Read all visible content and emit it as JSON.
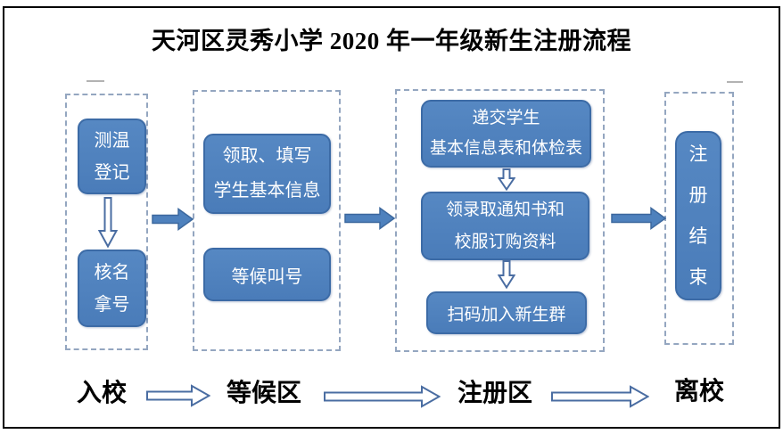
{
  "title": "天河区灵秀小学 2020 年一年级新生注册流程",
  "zones": {
    "entry": {
      "steps": {
        "temp_check": "测温\n登记",
        "name_number": "核名\n拿号"
      }
    },
    "waiting": {
      "steps": {
        "fill_form": "领取、填写\n学生基本信息",
        "wait_call": "等候叫号"
      }
    },
    "registration": {
      "steps": {
        "submit_forms": "递交学生\n基本信息表和体检表",
        "get_notice": "领录取通知书和\n校服订购资料",
        "scan_qr": "扫码加入新生群"
      }
    },
    "exit": {
      "steps": {
        "finish": "注\n册\n结\n束"
      }
    }
  },
  "bottom_flow": {
    "labels": [
      "入校",
      "等候区",
      "注册区",
      "离校"
    ]
  },
  "colors": {
    "box_fill": "#4d80bd",
    "box_border": "#3c6ba6",
    "solid_arrow_fill": "#4e81bd",
    "solid_arrow_stroke": "#3c689e",
    "hollow_arrow_fill": "#ffffff",
    "hollow_arrow_stroke": "#4a6da2",
    "zone_dash_border": "#94a6c0",
    "title_color": "#000000"
  }
}
